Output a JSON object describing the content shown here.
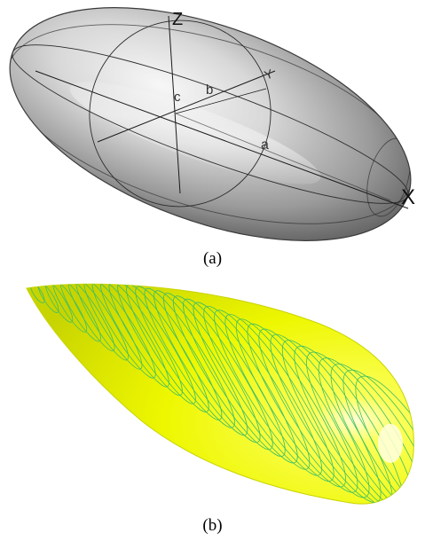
{
  "figure_a": {
    "axis_z": "Z",
    "axis_x": "X",
    "axis_y": "Y",
    "semi_axis_a": "a",
    "semi_axis_b": "b",
    "semi_axis_c": "c",
    "caption": "(a)",
    "colors": {
      "fill_light": "#f4f4f4",
      "fill_dark": "#4a4a4a",
      "line": "#2b2b2b"
    }
  },
  "figure_b": {
    "caption": "(b)",
    "colors": {
      "surface": "#f2ff00",
      "highlight": "#ffffc8",
      "contour": "#3fbf62",
      "shadow": "#b8c400"
    }
  }
}
